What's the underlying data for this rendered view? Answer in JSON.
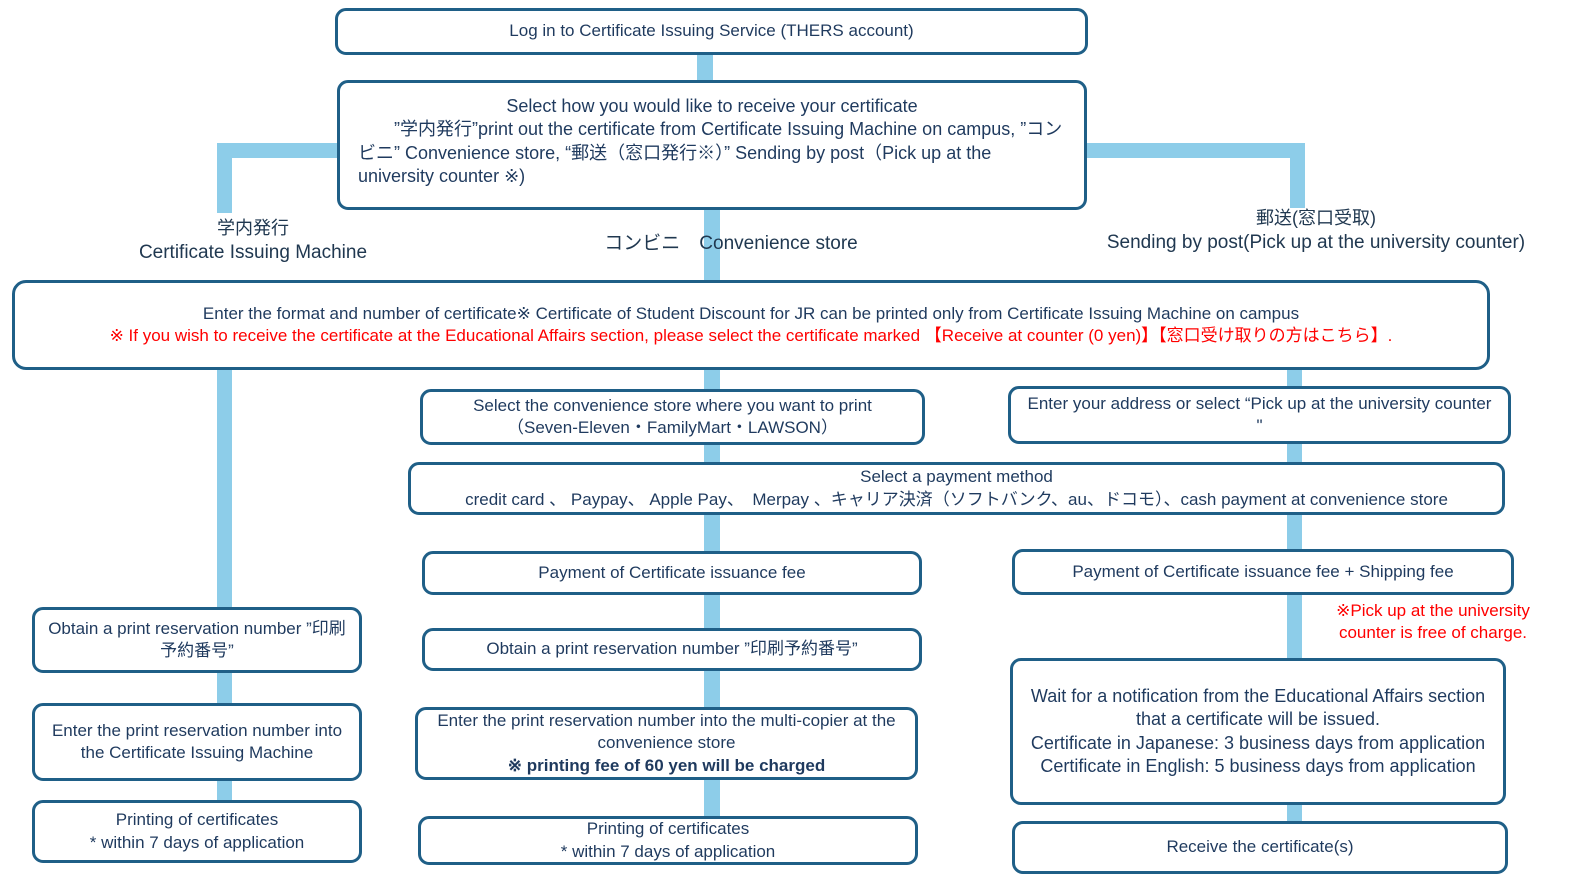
{
  "colors": {
    "box_border": "#1F5F87",
    "connector": "#8DCDE9",
    "text": "#1F3A5E",
    "alert_red": "#FF0000"
  },
  "flow": {
    "login": "Log in to Certificate Issuing Service (THERS account)",
    "select": {
      "line1": "Select how you would like to receive your certificate",
      "line2": "”学内発行”print out the certificate from Certificate Issuing Machine on campus, ”コンビニ” Convenience store, “郵送（窓口発行※）” Sending by post（Pick up at the university counter ※)"
    },
    "branches": {
      "campus": {
        "ja": "学内発行",
        "en": "Certificate Issuing Machine"
      },
      "convenience": {
        "label": "コンビニ　Convenience store"
      },
      "post": {
        "ja": "郵送(窓口受取)",
        "en": "Sending by post(Pick up at the university counter)"
      }
    },
    "enter_format": {
      "line1": "Enter the format and number of certificate※ Certificate of Student Discount for JR can be printed only from Certificate Issuing Machine on campus",
      "line2": "※ If you wish to receive the certificate at the Educational Affairs section, please select the certificate marked 【Receive at counter (0 yen)】【窓口受け取りの方はこちら】."
    },
    "campus_col": {
      "obtain": "Obtain a print reservation number ”印刷予約番号”",
      "enter": "Enter the print reservation number into the Certificate Issuing Machine",
      "print_line1": "Printing of certificates",
      "print_line2": "* within 7 days of application"
    },
    "conv_col": {
      "select_store_line1": "Select the convenience store where you want to print",
      "select_store_line2": "（Seven-Eleven・FamilyMart・LAWSON）",
      "payment_line1": "Select a payment method",
      "payment_line2": "credit card 、 Paypay、 Apple Pay、　Merpay 、キャリア決済（ソフトバンク、au、ドコモ）、cash payment at convenience store",
      "fee": "Payment of Certificate issuance fee",
      "obtain": "Obtain a print reservation number ”印刷予約番号”",
      "enter_line1": "Enter the print reservation number into the multi-copier at the convenience store",
      "enter_line2": "※ printing fee of 60 yen will be charged",
      "print_line1": "Printing of certificates",
      "print_line2": "* within 7 days of application"
    },
    "post_col": {
      "address": "Enter your address or select “Pick up at the university counter \"",
      "fee": "Payment of Certificate issuance fee + Shipping fee",
      "free_note_line1": "※Pick up at the university",
      "free_note_line2": "counter is free of charge.",
      "wait_line1": "Wait for a notification from the Educational Affairs section that a certificate will be issued.",
      "wait_line2": "Certificate in Japanese: 3 business days from application",
      "wait_line3": "Certificate in English: 5 business days from application",
      "receive": "Receive the certificate(s)"
    }
  }
}
